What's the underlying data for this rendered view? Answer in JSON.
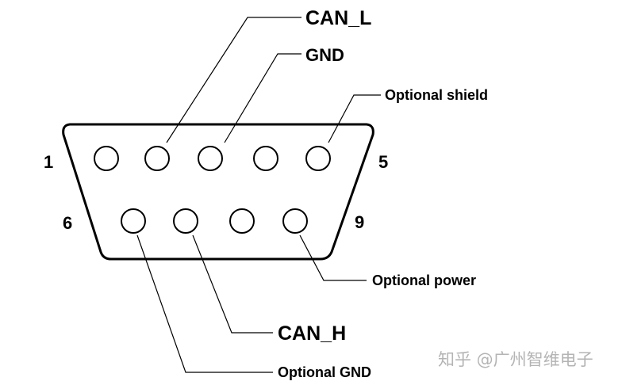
{
  "pin_numbers": {
    "pin_1": "1",
    "pin_5": "5",
    "pin_6": "6",
    "pin_9": "9"
  },
  "signals": {
    "can_l": "CAN_L",
    "gnd": "GND",
    "optional_shield": "Optional shield",
    "optional_power": "Optional power",
    "can_h": "CAN_H",
    "optional_gnd": "Optional GND"
  },
  "watermark": "知乎 @广州智维电子"
}
